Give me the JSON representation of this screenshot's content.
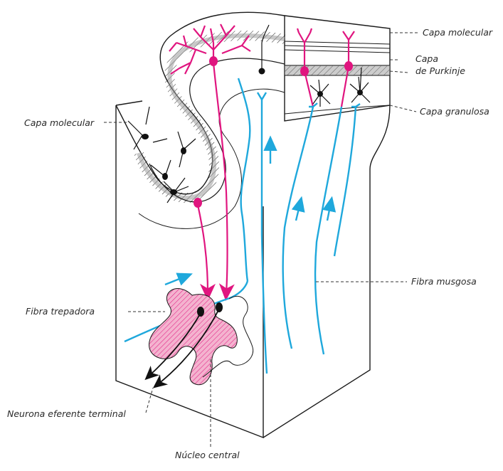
{
  "labels": {
    "capa_molecular_right": "Capa molecular",
    "capa_purkinje_line1": "Capa",
    "capa_purkinje_line2": "de Purkinje",
    "capa_granulosa": "Capa granulosa",
    "capa_molecular_left": "Capa molecular",
    "fibra_musgosa": "Fibra musgosa",
    "fibra_trepadora": "Fibra trepadora",
    "neurona_eferente": "Neurona eferente terminal",
    "nucleo_central": "Núcleo central"
  },
  "colors": {
    "purkinje": "#e0157f",
    "fiber_blue": "#1fa8dc",
    "nucleus_fill": "#f2a9c8",
    "outline": "#1a1a1a",
    "purkinje_layer": "#bdbdbd"
  }
}
